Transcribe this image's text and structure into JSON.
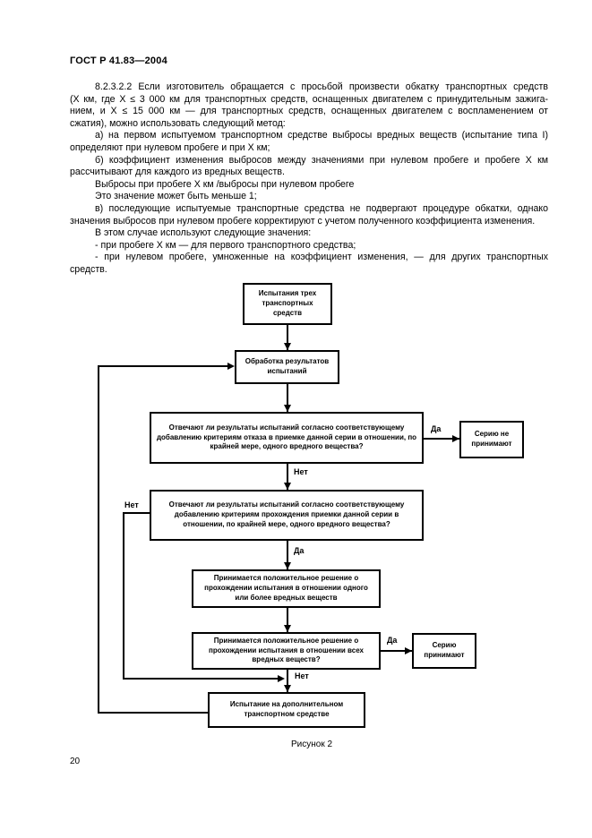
{
  "header": {
    "title": "ГОСТ Р 41.83—2004"
  },
  "body": {
    "lines": [
      "8.2.3.2.2 Если изготовитель обращается с просьбой произвести обкатку транспортных средств",
      "(X км, где X ≤ 3 000 км для транспортных средств, оснащенных двигателем с принудительным зажига-",
      "нием, и X ≤ 15 000 км — для транспортных средств, оснащенных двигателем с воспламенением от",
      "сжатия), можно использовать следующий метод:",
      "а) на первом испытуемом транспортном средстве выбросы вредных веществ (испытание типа I)",
      "определяют при нулевом пробеге и при X км;",
      "б) коэффициент изменения выбросов между значениями при нулевом пробеге и пробеге X км",
      "рассчитывают для каждого из вредных веществ.",
      "Выбросы при пробеге X км /выбросы при нулевом пробеге",
      "Это значение может быть меньше 1;",
      "в) последующие испытуемые транспортные средства не подвергают процедуре обкатки, однако",
      "значения выбросов при нулевом пробеге корректируют с учетом полученного коэффициента изменения.",
      "В этом случае используют следующие значения:",
      "- при пробеге X км — для первого транспортного средства;",
      "- при нулевом пробеге, умноженные на коэффициент изменения, — для других транспортных",
      "средств."
    ]
  },
  "flowchart": {
    "boxes": {
      "start": "Испытания трех транспортных средств",
      "process_results": "Обработка результатов испытаний",
      "fail_criteria_question": "Отвечают ли результаты испытаний согласно соответствующему добавлению критериям отказа в приемке данной серии в отношении, по крайней мере, одного вредного вещества?",
      "series_rejected": "Серию не принимают",
      "pass_criteria_question": "Отвечают ли результаты испытаний согласно соответствующему добавлению критериям прохождения приемки данной серии в отношении, по крайней мере, одного вредного вещества?",
      "positive_decision_one": "Принимается положительное решение о прохождении испытания в отношении одного или более вредных веществ",
      "positive_decision_all": "Принимается положительное решение о прохождении испытания в отношении всех вредных веществ?",
      "series_accepted": "Серию принимают",
      "additional_vehicle_test": "Испытание на дополнительном транспортном средстве"
    },
    "labels": {
      "yes": "Да",
      "no": "Нет"
    },
    "caption": "Рисунок 2"
  },
  "footer": {
    "page_number": "20"
  }
}
